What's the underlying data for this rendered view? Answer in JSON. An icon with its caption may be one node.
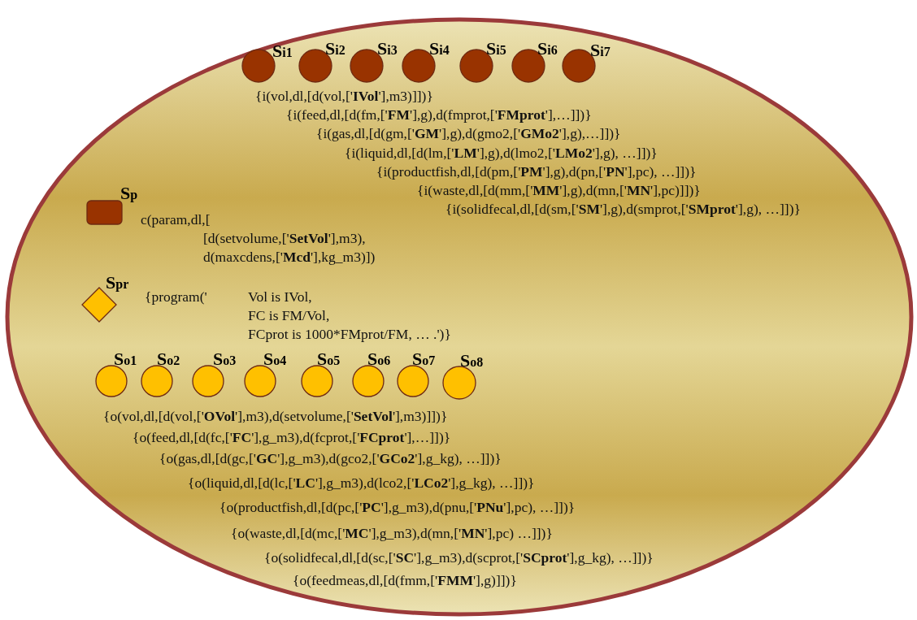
{
  "diagram": {
    "nodes": [
      {
        "text": [],
        "shape": "ellipse"
      },
      {
        "text": [
          "S$_{i1}$"
        ],
        "in": 0
      },
      {
        "text": [
          "S$_{i2}$"
        ],
        "in": 0
      },
      {
        "text": [
          "S$_{i3}$"
        ],
        "in": 0
      },
      {
        "text": [
          "S$_{i4}$"
        ],
        "in": 0
      },
      {
        "text": [
          "S$_{i5}$"
        ],
        "in": 0
      },
      {
        "text": [
          "S$_{i6}$"
        ],
        "in": 0
      },
      {
        "text": [
          "S$_{i7}$"
        ],
        "in": 0
      },
      {
        "text": [
          "S$_{p}$"
        ],
        "in": 0
      },
      {
        "text": [
          "S$_{pr}$"
        ],
        "in": 0
      },
      {
        "text": [
          "S$_{o1}$"
        ],
        "in": 0
      },
      {
        "text": [
          "S$_{o2}$"
        ],
        "in": 0
      },
      {
        "text": [
          "S$_{o3}$"
        ],
        "in": 0
      },
      {
        "text": [
          "S$_{o4}$"
        ],
        "in": 0
      },
      {
        "text": [
          "S$_{o5}$"
        ],
        "in": 0
      },
      {
        "text": [
          "S$_{o6}$"
        ],
        "in": 0
      },
      {
        "text": [
          "S$_{o7}$"
        ],
        "in": 0
      },
      {
        "text": [
          "S$_{o8}$"
        ],
        "in": 0
      }
    ],
    "edges": [],
    "labels": [
      "{i(vol,dl,[d(vol,['**IVol**'],m3)]])}",
      "{i(feed,dl,[d(fm,['**FM**'],g),d(fmprot,['**FMprot**'],…]])}",
      "{i(gas,dl,[d(gm,['**GM**'],g),d(gmo2,['**GMo2**'],g),…]])}",
      "{i(liquid,dl,[d(lm,['**LM**'],g),d(lmo2,['**LMo2**'],g), …]])}",
      "{i(productfish,dl,[d(pm,['**PM**'],g),d(pn,['**PN**'],pc), …]])}",
      "{i(waste,dl,[d(mm,['**MM**'],g),d(mn,['**MN**'],pc)]])}",
      "{i(solidfecal,dl,[d(sm,['**SM**'],g),d(smprot,['**SMprot**'],g), …]])}",
      "c(param,dl,[",
      "[d(setvolume,['**SetVol**'],m3),",
      "d(maxcdens,['**Mcd**'],kg_m3)])",
      "{program('",
      "Vol is IVol,",
      "FC is FM/Vol,",
      "FCprot is 1000*FMprot/FM, … .')}",
      "{o(vol,dl,[d(vol,['**OVol**'],m3),d(setvolume,['**SetVol**'],m3)]])}",
      "{o(feed,dl,[d(fc,['**FC**'],g_m3),d(fcprot,['**FCprot**'],…]])}",
      "{o(gas,dl,[d(gc,['**GC**'],g_m3),d(gco2,['**GCo2**'],g_kg), …]])}",
      "{o(liquid,dl,[d(lc,['**LC**'],g_m3),d(lco2,['**LCo2**'],g_kg), …]])}",
      "{o(productfish,dl,[d(pc,['**PC**'],g_m3),d(pnu,['**PNu**'],pc), …]])}",
      "{o(waste,dl,[d(mc,['**MC**'],g_m3),d(mn,['**MN**'],pc) …]])}",
      "{o(solidfecal,dl,[d(sc,['**SC**'],g_m3),d(scprot,['**SCprot**'],g_kg), …]])}",
      "{o(feedmeas,dl,[d(fmm,['**FMM**'],g)]])}"
    ]
  }
}
